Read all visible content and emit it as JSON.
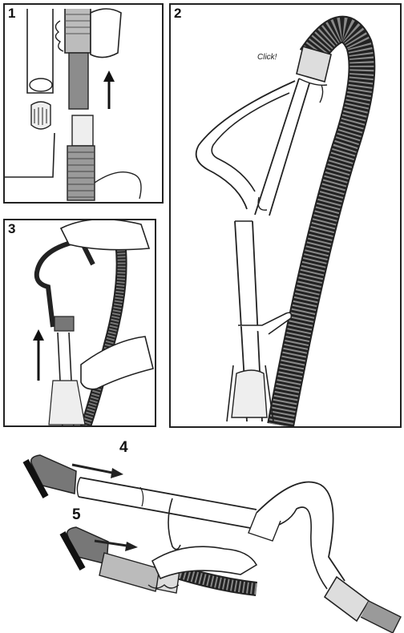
{
  "panels": [
    {
      "number": "1"
    },
    {
      "number": "2",
      "callout": "Click!"
    },
    {
      "number": "3"
    }
  ],
  "bottom_steps": {
    "step_a": "4",
    "step_b": "5"
  },
  "colors": {
    "line": "#222222",
    "hose": "#8a8a8a",
    "tube_dark": "#8c8c8c",
    "fill_light": "#eeeeee"
  }
}
